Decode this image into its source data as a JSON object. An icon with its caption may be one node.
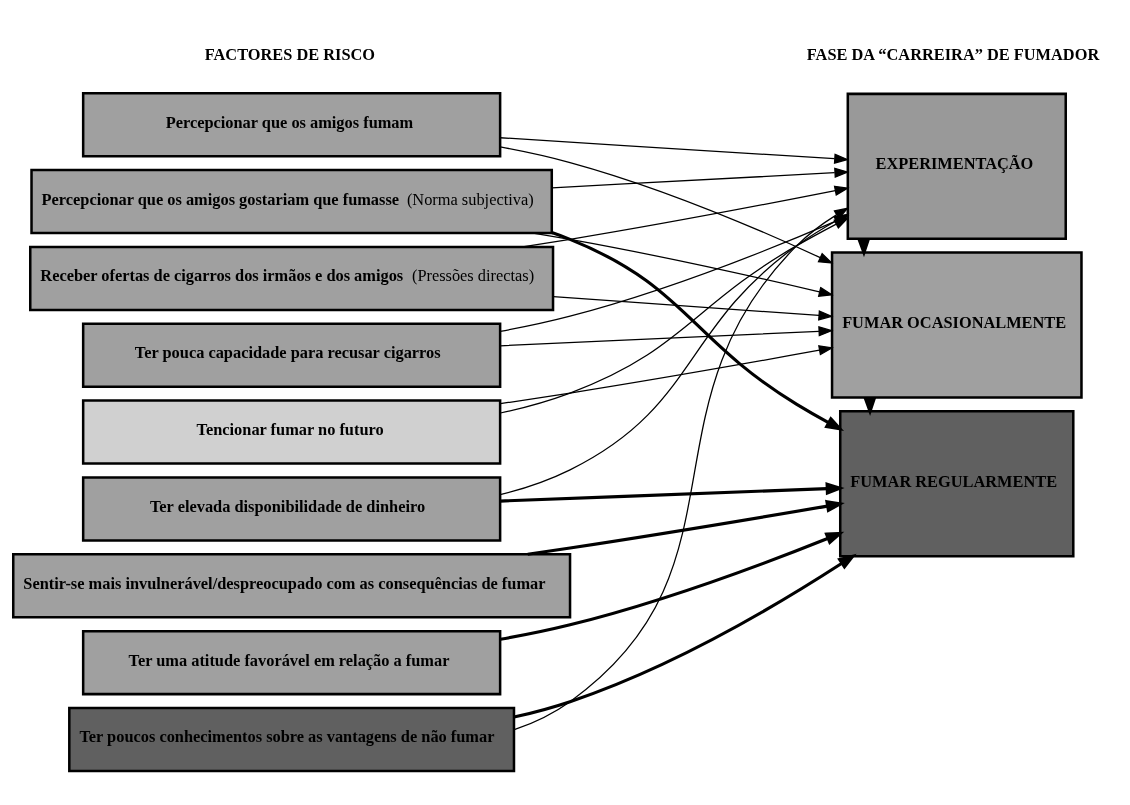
{
  "diagram": {
    "nodes": [
      {
        "text": [
          "**Percepcionar que os amigos fumam**"
        ]
      },
      {
        "text": [
          "**Percepcionar que os amigos gostariam que fumasse** (Norma subjectiva)"
        ]
      },
      {
        "text": [
          "**Receber ofertas de cigarros dos irmãos e dos amigos** (Pressões directas)"
        ]
      },
      {
        "text": [
          "**Ter pouca capacidade para recusar cigarros**"
        ]
      },
      {
        "text": [
          "**Tencionar fumar no futuro**"
        ]
      },
      {
        "text": [
          "**Ter elevada disponibilidade de dinheiro**"
        ]
      },
      {
        "text": [
          "**Sentir-se mais invulnerável/despreocupado com as consequências de fumar**"
        ]
      },
      {
        "text": [
          "**Ter uma atitude favorável em relação a fumar**"
        ]
      },
      {
        "text": [
          "**Ter poucos conhecimentos sobre as vantagens de não fumar**"
        ]
      },
      {
        "text": [
          "**EXPERIMENTAÇÃO**"
        ]
      },
      {
        "text": [
          "**FUMAR OCASIONALMENTE**"
        ]
      },
      {
        "text": [
          "**FUMAR REGULARMENTE**"
        ]
      }
    ],
    "edges": [
      {
        "from": 0,
        "to": 9,
        "arrow": "to"
      },
      {
        "from": 0,
        "to": 10,
        "arrow": "to"
      },
      {
        "from": 1,
        "to": 9,
        "arrow": "to"
      },
      {
        "from": 1,
        "to": 10,
        "arrow": "to"
      },
      {
        "from": 1,
        "to": 11,
        "arrow": "to",
        "style": "thick"
      },
      {
        "from": 2,
        "to": 9,
        "arrow": "to"
      },
      {
        "from": 2,
        "to": 10,
        "arrow": "to"
      },
      {
        "from": 3,
        "to": 9,
        "arrow": "to"
      },
      {
        "from": 3,
        "to": 10,
        "arrow": "to"
      },
      {
        "from": 4,
        "to": 9,
        "arrow": "to"
      },
      {
        "from": 4,
        "to": 10,
        "arrow": "to"
      },
      {
        "from": 5,
        "to": 9,
        "arrow": "to"
      },
      {
        "from": 5,
        "to": 11,
        "arrow": "to",
        "style": "thick"
      },
      {
        "from": 6,
        "to": 11,
        "arrow": "to",
        "style": "thick"
      },
      {
        "from": 7,
        "to": 11,
        "arrow": "to",
        "style": "thick"
      },
      {
        "from": 8,
        "to": 9,
        "arrow": "to"
      },
      {
        "from": 8,
        "to": 11,
        "arrow": "to",
        "style": "thick"
      },
      {
        "from": 9,
        "to": 10,
        "arrow": "to",
        "style": "thick"
      },
      {
        "from": 10,
        "to": 11,
        "arrow": "to",
        "style": "thick"
      }
    ],
    "labels": [
      "**FACTORES DE RISCO**",
      "**FASE DA “CARREIRA” DE FUMADOR**"
    ]
  }
}
